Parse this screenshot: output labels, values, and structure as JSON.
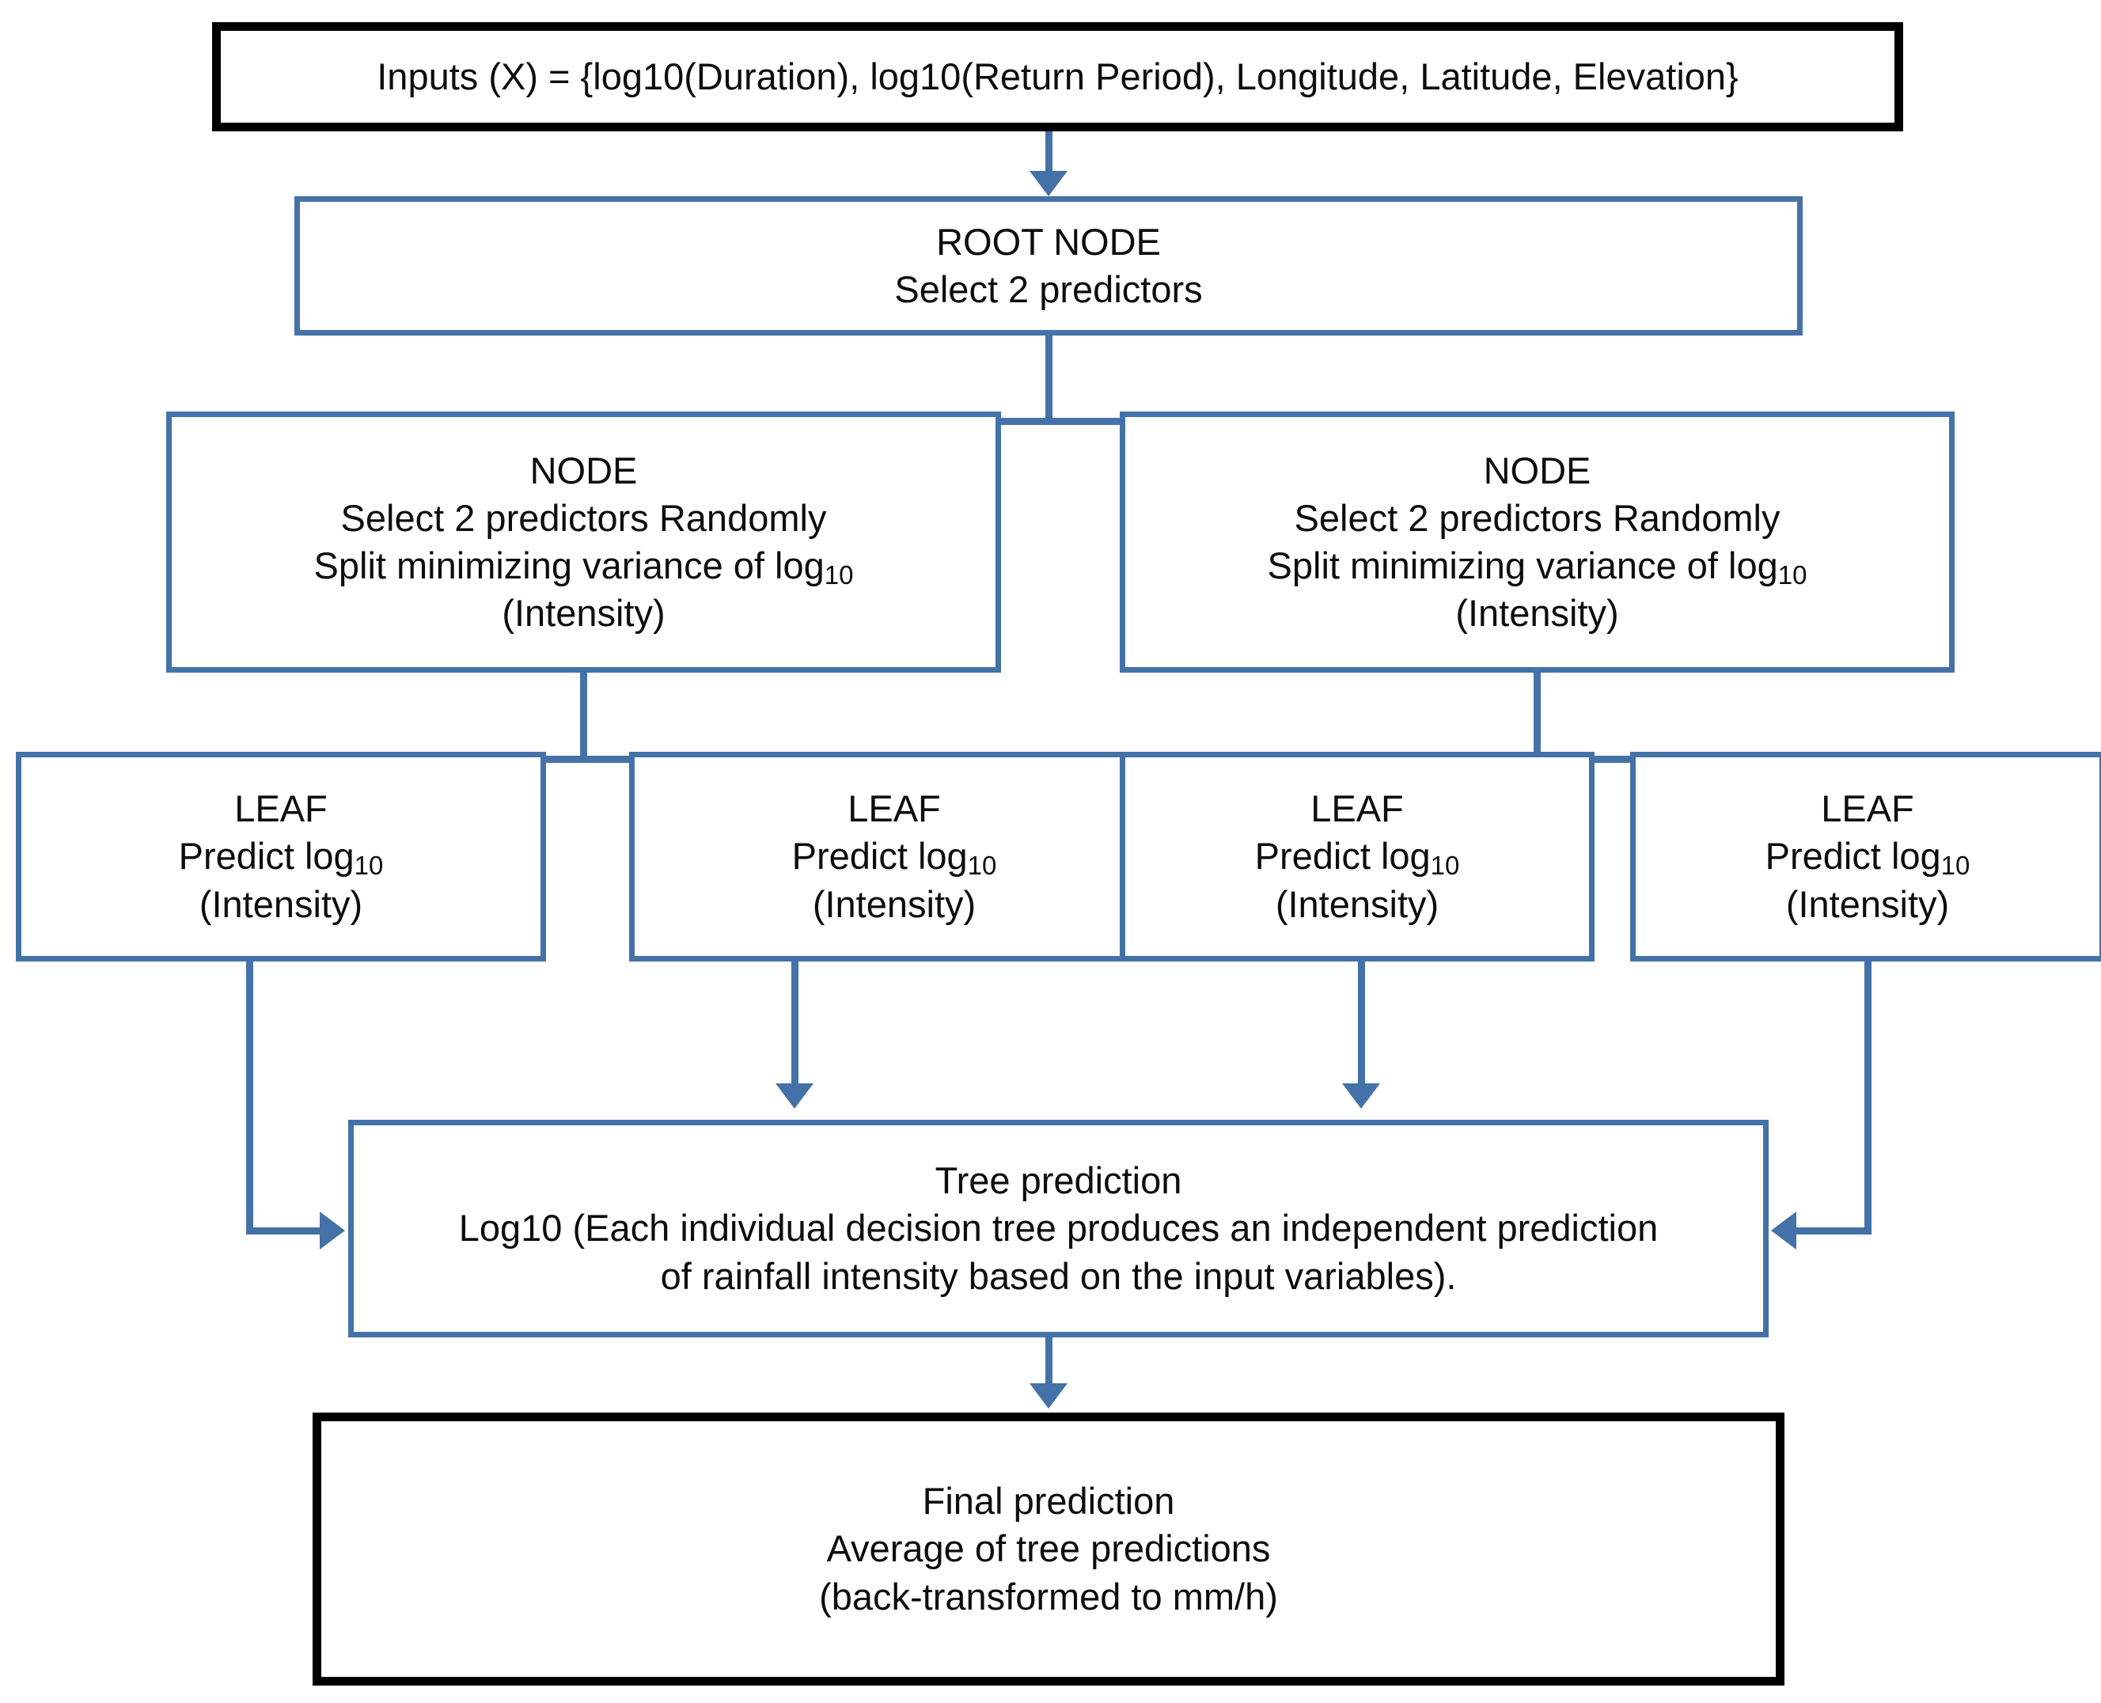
{
  "diagram": {
    "title": "Random forest rainfall intensity prediction flowchart",
    "accent_color": "#4472a8",
    "outline_color": "#000000",
    "background": "#ffffff",
    "nodes": {
      "inputs": {
        "kind": "terminal",
        "border": "black",
        "lines": [
          "Inputs (X) = {log10(Duration), log10(Return Period), Longitude, Latitude, Elevation}"
        ]
      },
      "root_node": {
        "kind": "process",
        "border": "blue",
        "lines": [
          "ROOT NODE",
          "Select 2 predictors"
        ]
      },
      "node_left": {
        "kind": "process",
        "border": "blue",
        "lines": [
          "NODE",
          "Select 2 predictors Randomly",
          "Split minimizing variance of log",
          "(Intensity)"
        ],
        "subscript": "10"
      },
      "node_right": {
        "kind": "process",
        "border": "blue",
        "lines": [
          "NODE",
          "Select 2 predictors Randomly",
          "Split minimizing variance of log",
          "(Intensity)"
        ],
        "subscript": "10"
      },
      "leaf1": {
        "kind": "leaf",
        "border": "blue",
        "lines": [
          "LEAF",
          "Predict log",
          "(Intensity)"
        ],
        "subscript": "10"
      },
      "leaf2": {
        "kind": "leaf",
        "border": "blue",
        "lines": [
          "LEAF",
          "Predict log",
          "(Intensity)"
        ],
        "subscript": "10"
      },
      "leaf3": {
        "kind": "leaf",
        "border": "blue",
        "lines": [
          "LEAF",
          "Predict log",
          "(Intensity)"
        ],
        "subscript": "10"
      },
      "leaf4": {
        "kind": "leaf",
        "border": "blue",
        "lines": [
          "LEAF",
          "Predict log",
          "(Intensity)"
        ],
        "subscript": "10"
      },
      "tree_prediction": {
        "kind": "process",
        "border": "blue",
        "lines": [
          "Tree prediction",
          "Log10 (Each individual decision tree produces an independent prediction",
          "of rainfall intensity based on the input variables)."
        ]
      },
      "final_prediction": {
        "kind": "terminal",
        "border": "black",
        "lines": [
          "Final prediction",
          "Average of tree predictions",
          "(back-transformed to mm/h)"
        ]
      }
    },
    "edges": [
      {
        "from": "inputs",
        "to": "root_node",
        "style": "straight-down"
      },
      {
        "from": "root_node",
        "to": "node_left",
        "style": "split-left"
      },
      {
        "from": "root_node",
        "to": "node_right",
        "style": "split-right"
      },
      {
        "from": "node_left",
        "to": "leaf1",
        "style": "split-left"
      },
      {
        "from": "node_left",
        "to": "leaf2",
        "style": "split-right"
      },
      {
        "from": "node_right",
        "to": "leaf3",
        "style": "split-left"
      },
      {
        "from": "node_right",
        "to": "leaf4",
        "style": "split-right"
      },
      {
        "from": "leaf1",
        "to": "tree_prediction",
        "style": "elbow-into-left-side"
      },
      {
        "from": "leaf2",
        "to": "tree_prediction",
        "style": "straight-down"
      },
      {
        "from": "leaf3",
        "to": "tree_prediction",
        "style": "straight-down"
      },
      {
        "from": "leaf4",
        "to": "tree_prediction",
        "style": "elbow-into-right-side"
      },
      {
        "from": "tree_prediction",
        "to": "final_prediction",
        "style": "straight-down"
      }
    ]
  }
}
